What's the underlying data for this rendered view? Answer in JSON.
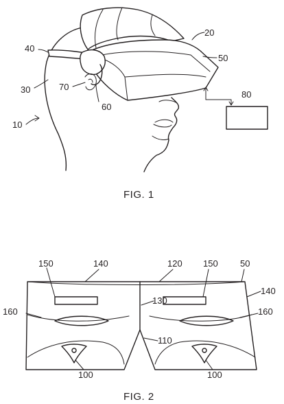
{
  "figures": [
    {
      "caption": "FIG. 1",
      "refs": {
        "system": "10",
        "hmd": "20",
        "head": "30",
        "strap": "40",
        "visor": "50",
        "earpiece": "60",
        "ear": "70",
        "console": "80"
      }
    },
    {
      "caption": "FIG. 2",
      "refs": {
        "housing": "50",
        "lens": "100",
        "nose_cutout": "110",
        "top_edge": "120",
        "divider": "130",
        "display_panel_left": "140",
        "display_panel_right": "140",
        "sensor_left": "150",
        "sensor_right": "150",
        "optic_left": "160",
        "optic_right": "160",
        "lens_right": "100"
      }
    }
  ]
}
